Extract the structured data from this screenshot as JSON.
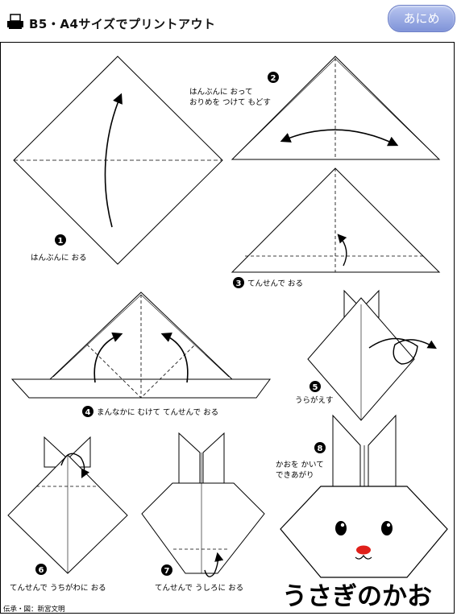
{
  "header": {
    "title": "B5・A4サイズでプリントアウト",
    "anime_button": "あにめ"
  },
  "steps": [
    {
      "number": "1",
      "text": "はんぶんに おる"
    },
    {
      "number": "2",
      "text_line1": "はんぶんに おって",
      "text_line2": "おりめを つけて もどす"
    },
    {
      "number": "3",
      "text": "てんせんで おる"
    },
    {
      "number": "4",
      "text": "まんなかに むけて てんせんで おる"
    },
    {
      "number": "5",
      "text": "うらがえす"
    },
    {
      "number": "6",
      "text": "てんせんで うちがわに おる"
    },
    {
      "number": "7",
      "text": "てんせんで うしろに おる"
    },
    {
      "number": "8",
      "text_line1": "かおを かいて",
      "text_line2": "できあがり"
    }
  ],
  "title": "うさぎのかお",
  "credit": "伝承・図：新宮文明",
  "colors": {
    "nose": "#e0201a",
    "anime_button": "#8a9ddf"
  }
}
